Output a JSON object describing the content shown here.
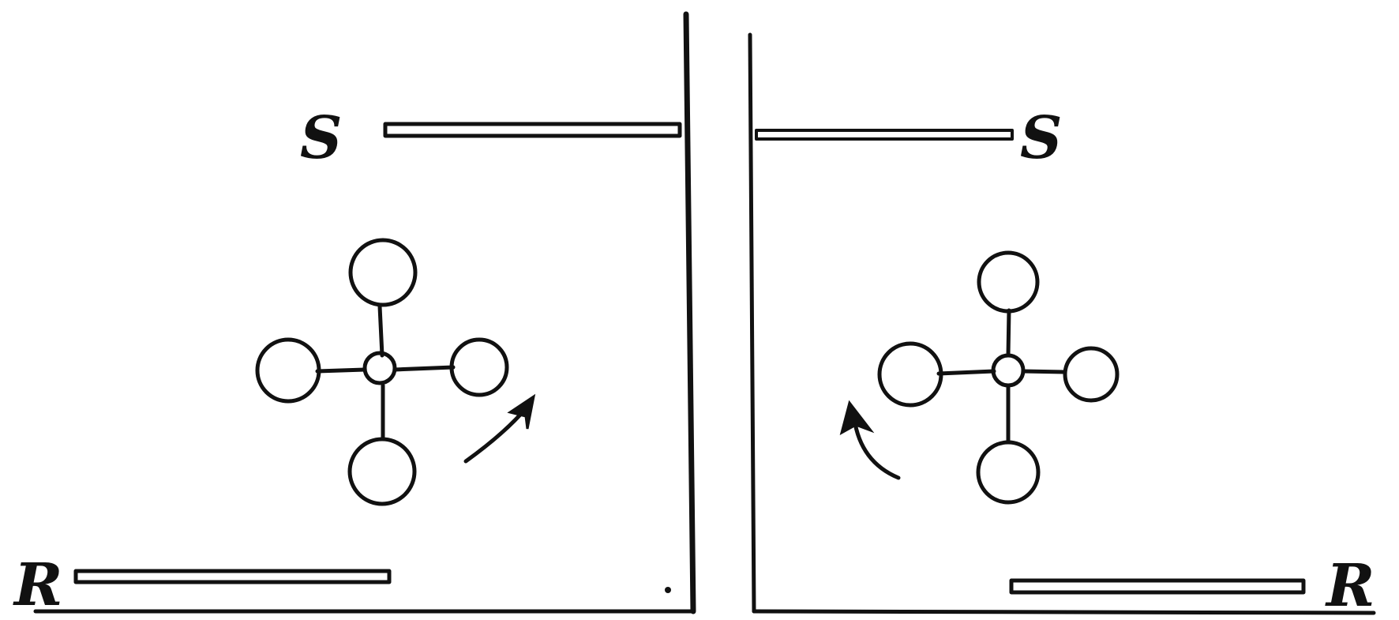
{
  "panels": [
    {
      "id": "left",
      "top_plate_label": "S",
      "bottom_plate_label": "R",
      "rotation": "counterclockwise"
    },
    {
      "id": "right",
      "top_plate_label": "S",
      "bottom_plate_label": "R",
      "rotation": "clockwise"
    }
  ],
  "ink_color": "#111111",
  "background_color": "#ffffff"
}
